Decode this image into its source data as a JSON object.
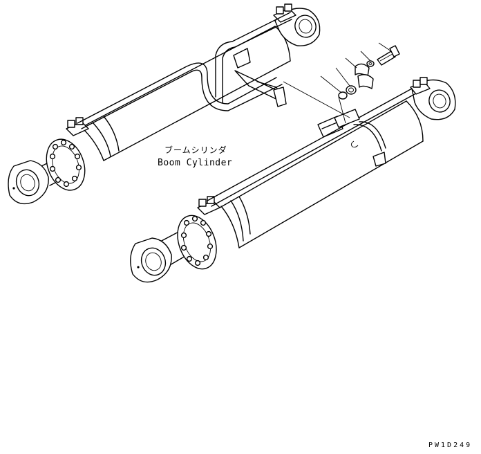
{
  "diagram": {
    "label_jp": "ブームシリンダ",
    "label_en": "Boom Cylinder",
    "drawing_code": "PW1D249"
  }
}
